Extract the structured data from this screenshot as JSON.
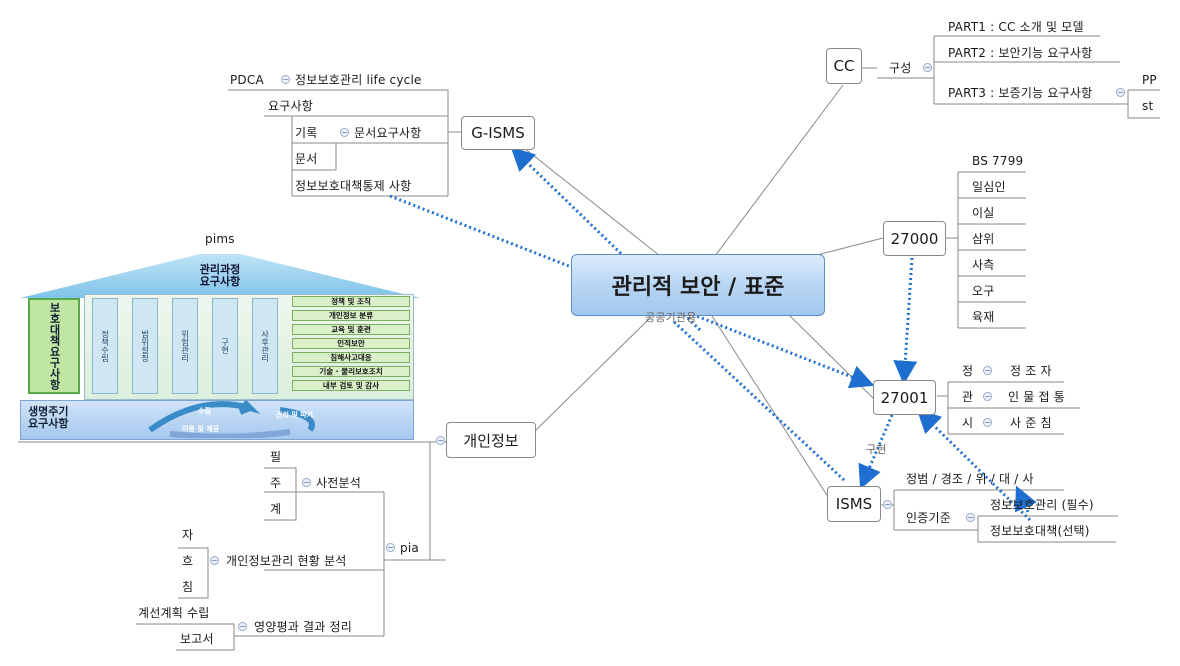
{
  "central": {
    "title": "관리적 보안 / 표준",
    "note": "공공기관용"
  },
  "gisms": {
    "title": "G-ISMS",
    "lifecycle": "정보보호관리 life cycle",
    "pdca": "PDCA",
    "requirements": "요구사항",
    "doc_req": "문서요구사항",
    "record": "기록",
    "document": "문서",
    "controls": "정보보호대책통제 사항"
  },
  "cc": {
    "title": "CC",
    "composition": "구성",
    "part1": "PART1 : CC 소개 및 모델",
    "part2": "PART2 : 보안기능 요구사항",
    "part3": "PART3 : 보증기능 요구사항",
    "pp": "PP",
    "st": "st"
  },
  "iso27000": {
    "title": "27000",
    "bs": "BS 7799",
    "items": [
      "일심인",
      "이실",
      "삼위",
      "사측",
      "오구",
      "육재"
    ]
  },
  "iso27001": {
    "title": "27001",
    "rows": [
      {
        "key": "정",
        "value": "정 조 자"
      },
      {
        "key": "관",
        "value": "인 물 접 통"
      },
      {
        "key": "시",
        "value": "사 준 침"
      }
    ],
    "implement": "구현"
  },
  "isms": {
    "title": "ISMS",
    "fields": "정범 / 경조 / 위 / 대 / 사",
    "criteria": "인증기준",
    "mgmt": "정보보호관리 (필수)",
    "measures": "정보보호대책(선택)"
  },
  "privacy": {
    "title": "개인정보",
    "pia": "pia",
    "pre_analysis": "사전분석",
    "pre_items": [
      "필",
      "주",
      "계"
    ],
    "status_analysis": "개인정보관리 현황 분석",
    "status_items": [
      "자",
      "흐",
      "침"
    ],
    "result": "영양평과 결과 정리",
    "plan": "계선계획 수립",
    "report": "보고서"
  },
  "pims": {
    "caption": "pims",
    "roof": "관리과정\n요구사항",
    "side": "보호대책요구사항",
    "columns": [
      "정책수립",
      "범위설정",
      "위험관리",
      "구현",
      "사후관리"
    ],
    "rows": [
      "정책 및 조직",
      "개인정보 분류",
      "교육 및 훈련",
      "인적보안",
      "침해사고대응",
      "기술 · 물리보호조치",
      "내부 검토 및 감사"
    ],
    "base": "생명주기\n요구사항",
    "cycle": [
      "수집",
      "이용 및 제공",
      "관리 및 파기"
    ]
  },
  "colors": {
    "arrow": "#1f6fd0",
    "line": "#8a8a8a",
    "central_fill": "#b8d6f3"
  }
}
